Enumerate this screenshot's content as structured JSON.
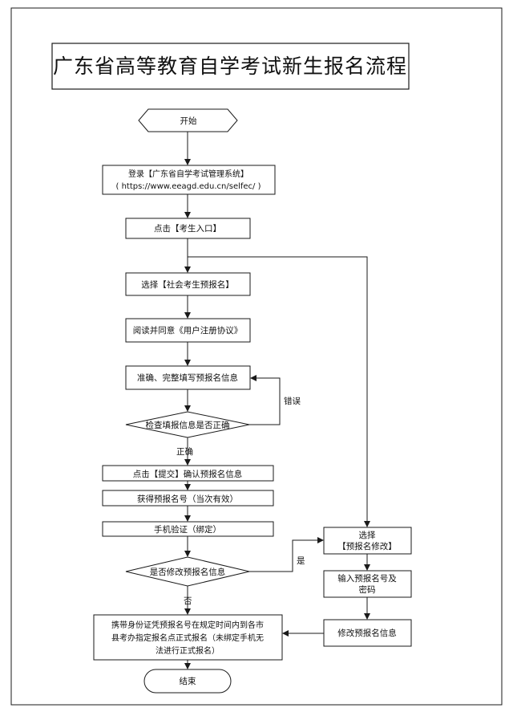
{
  "title": "广东省高等教育自学考试新生报名流程",
  "nodes": {
    "start": "开始",
    "login_line1": "登录【广东省自学考试管理系统】",
    "login_line2": "( https://www.eeagd.edu.cn/selfec/ )",
    "click_entry": "点击【考生入口】",
    "select_social": "选择【社会考生预报名】",
    "read_agree": "阅读并同意《用户注册协议》",
    "fill_info": "准确、完整填写预报名信息",
    "check_info": "检查填报信息是否正确",
    "click_submit": "点击【提交】确认预报名信息",
    "get_number": "获得预报名号（当次有效）",
    "phone_verify": "手机验证（绑定）",
    "modify_question": "是否修改预报名信息",
    "final_line1": "携带身份证凭预报名号在规定时间内到各市",
    "final_line2": "县考办指定报名点正式报名（未绑定手机无",
    "final_line3": "法进行正式报名）",
    "end": "结束",
    "select_modify_line1": "选择",
    "select_modify_line2": "【预报名修改】",
    "input_number_line1": "输入预报名号及",
    "input_number_line2": "密码",
    "modify_info": "修改预报名信息"
  },
  "edge_labels": {
    "wrong": "错误",
    "correct": "正确",
    "yes": "是",
    "no": "否"
  },
  "colors": {
    "stroke": "#1a1a1a",
    "background": "#ffffff",
    "text": "#111111"
  }
}
